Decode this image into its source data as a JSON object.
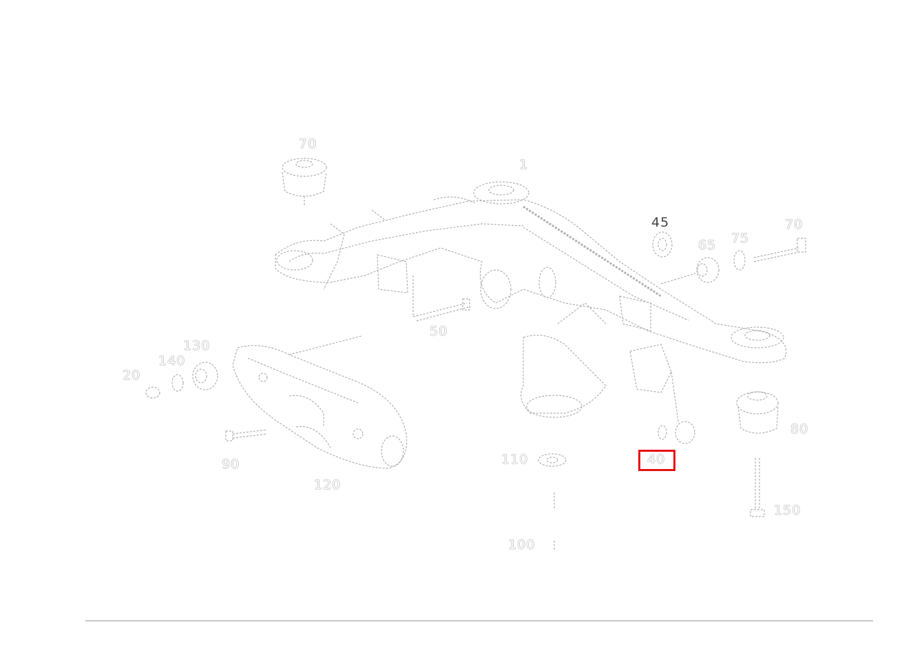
{
  "colors": {
    "highlight": "#e81010",
    "line": "#b0b0b0",
    "rule": "#9a9a9a"
  },
  "callouts": [
    {
      "id": "70a",
      "text": "70"
    },
    {
      "id": "1",
      "text": "1"
    },
    {
      "id": "45",
      "text": "45"
    },
    {
      "id": "70b",
      "text": "70"
    },
    {
      "id": "75",
      "text": "75"
    },
    {
      "id": "65",
      "text": "65"
    },
    {
      "id": "80",
      "text": "80"
    },
    {
      "id": "130",
      "text": "130"
    },
    {
      "id": "140",
      "text": "140"
    },
    {
      "id": "20",
      "text": "20"
    },
    {
      "id": "90",
      "text": "90"
    },
    {
      "id": "120",
      "text": "120"
    },
    {
      "id": "110",
      "text": "110"
    },
    {
      "id": "100",
      "text": "100"
    },
    {
      "id": "40",
      "text": "40"
    },
    {
      "id": "50",
      "text": "50"
    },
    {
      "id": "150",
      "text": "150"
    }
  ],
  "highlighted_callout": "40"
}
